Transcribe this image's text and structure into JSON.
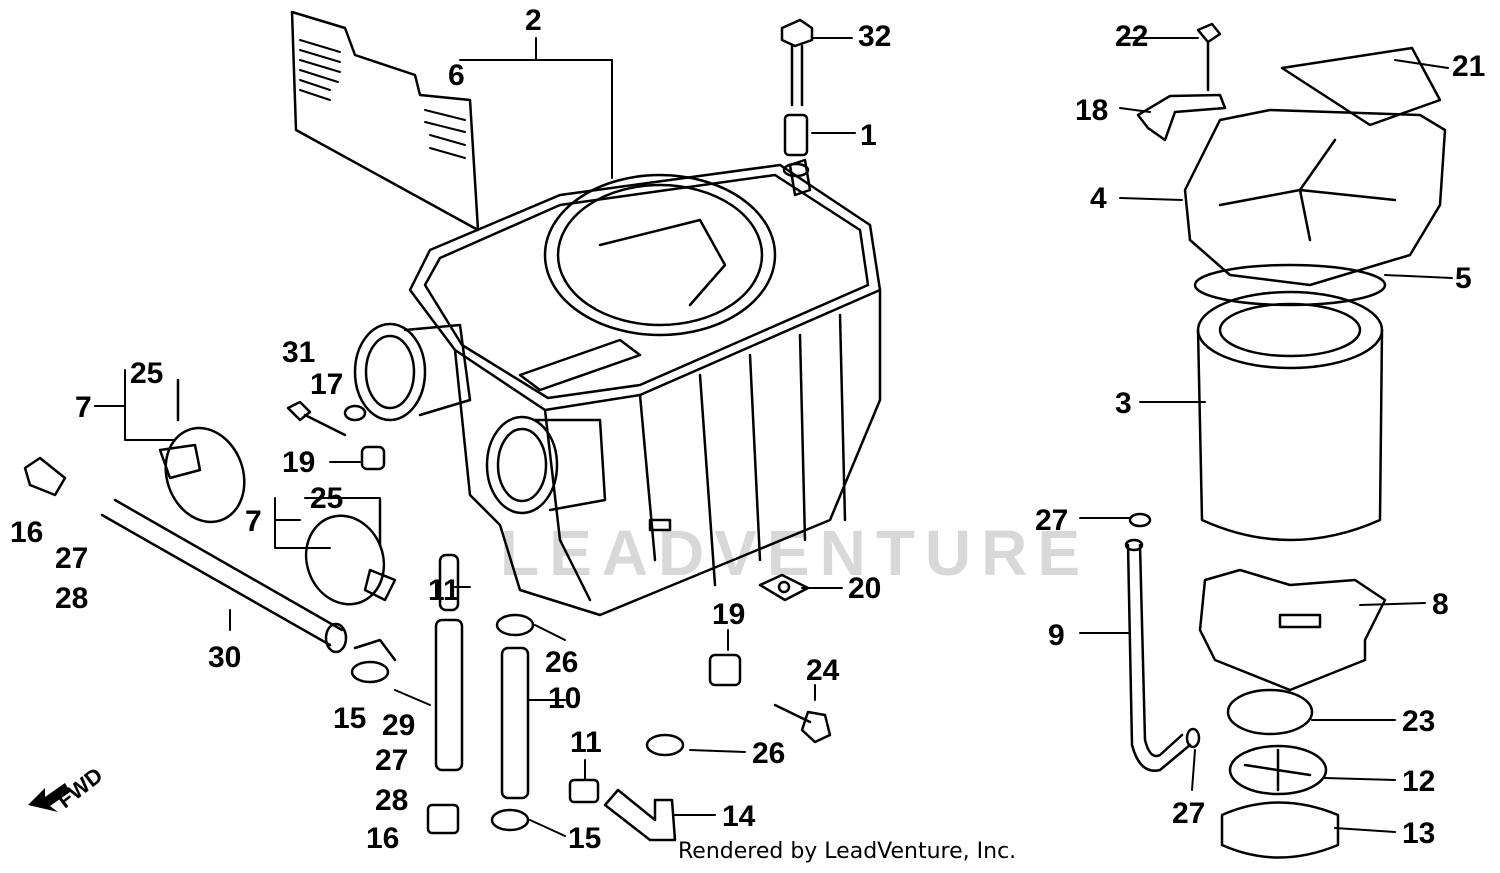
{
  "credit": "Rendered by LeadVenture, Inc.",
  "watermark": "LEADVENTURE",
  "forward_label": "FWD",
  "callouts": [
    "1",
    "2",
    "3",
    "4",
    "5",
    "6",
    "7",
    "7",
    "8",
    "9",
    "10",
    "11",
    "11",
    "12",
    "13",
    "14",
    "15",
    "15",
    "16",
    "16",
    "17",
    "18",
    "19",
    "19",
    "20",
    "21",
    "22",
    "23",
    "24",
    "25",
    "25",
    "26",
    "26",
    "27",
    "27",
    "27",
    "27",
    "28",
    "28",
    "29",
    "30",
    "31",
    "32"
  ]
}
